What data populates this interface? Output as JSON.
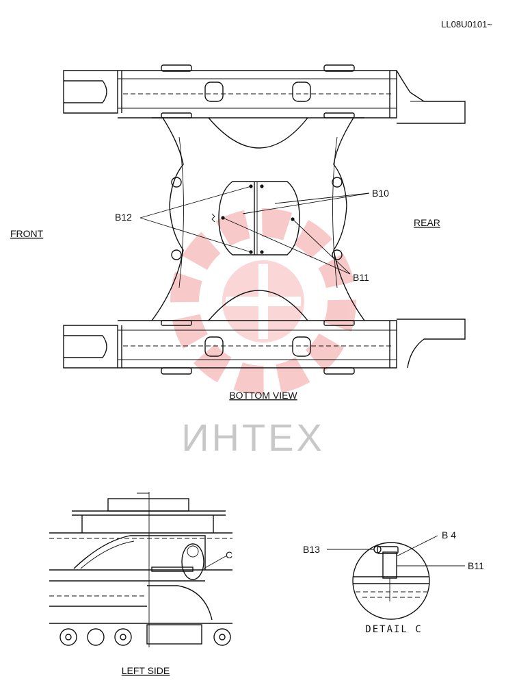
{
  "doc_code": "LL08U0101~",
  "watermark_text": "ИНТЕХ",
  "watermark_color": "#f08a8a",
  "views": {
    "front": "FRONT",
    "rear": "REAR",
    "bottom_view": "BOTTOM VIEW",
    "left_side": "LEFT SIDE",
    "detail_c": "DETAIL C",
    "c_marker": "C"
  },
  "callouts": {
    "b10": "B10",
    "b11": "B11",
    "b12": "B12",
    "b13": "B13",
    "b4": "B 4",
    "b11_detail": "B11"
  }
}
